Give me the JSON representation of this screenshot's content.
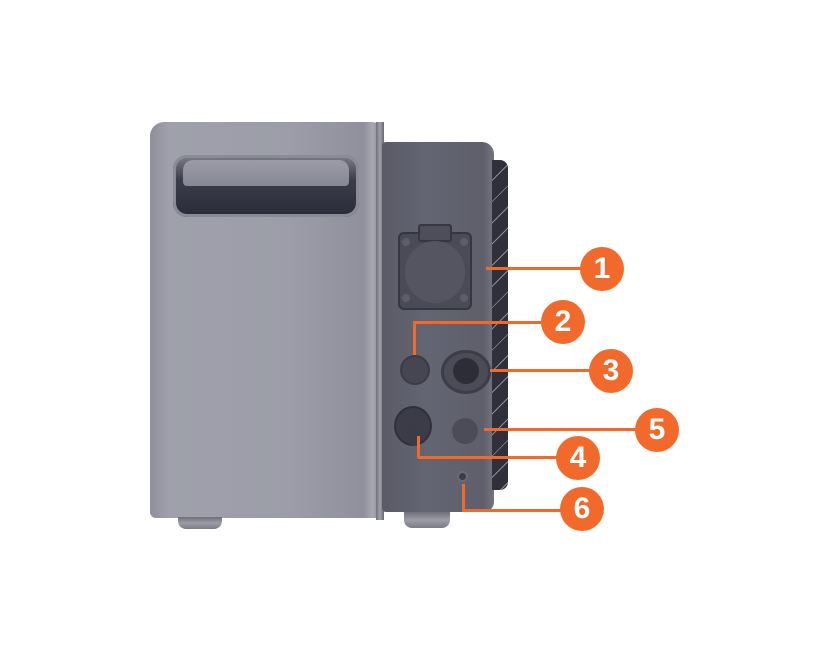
{
  "product": {
    "view": "side-view-power-station",
    "colors": {
      "callout": "#f26a2b",
      "body_light": "#9c9da8",
      "body_dark": "#5f606c"
    }
  },
  "callouts": [
    {
      "number": "1",
      "target": "ac-outlet-socket"
    },
    {
      "number": "2",
      "target": "round-button"
    },
    {
      "number": "3",
      "target": "charging-port"
    },
    {
      "number": "4",
      "target": "covered-dc-port"
    },
    {
      "number": "5",
      "target": "round-port-cap"
    },
    {
      "number": "6",
      "target": "grounding-pin"
    }
  ]
}
